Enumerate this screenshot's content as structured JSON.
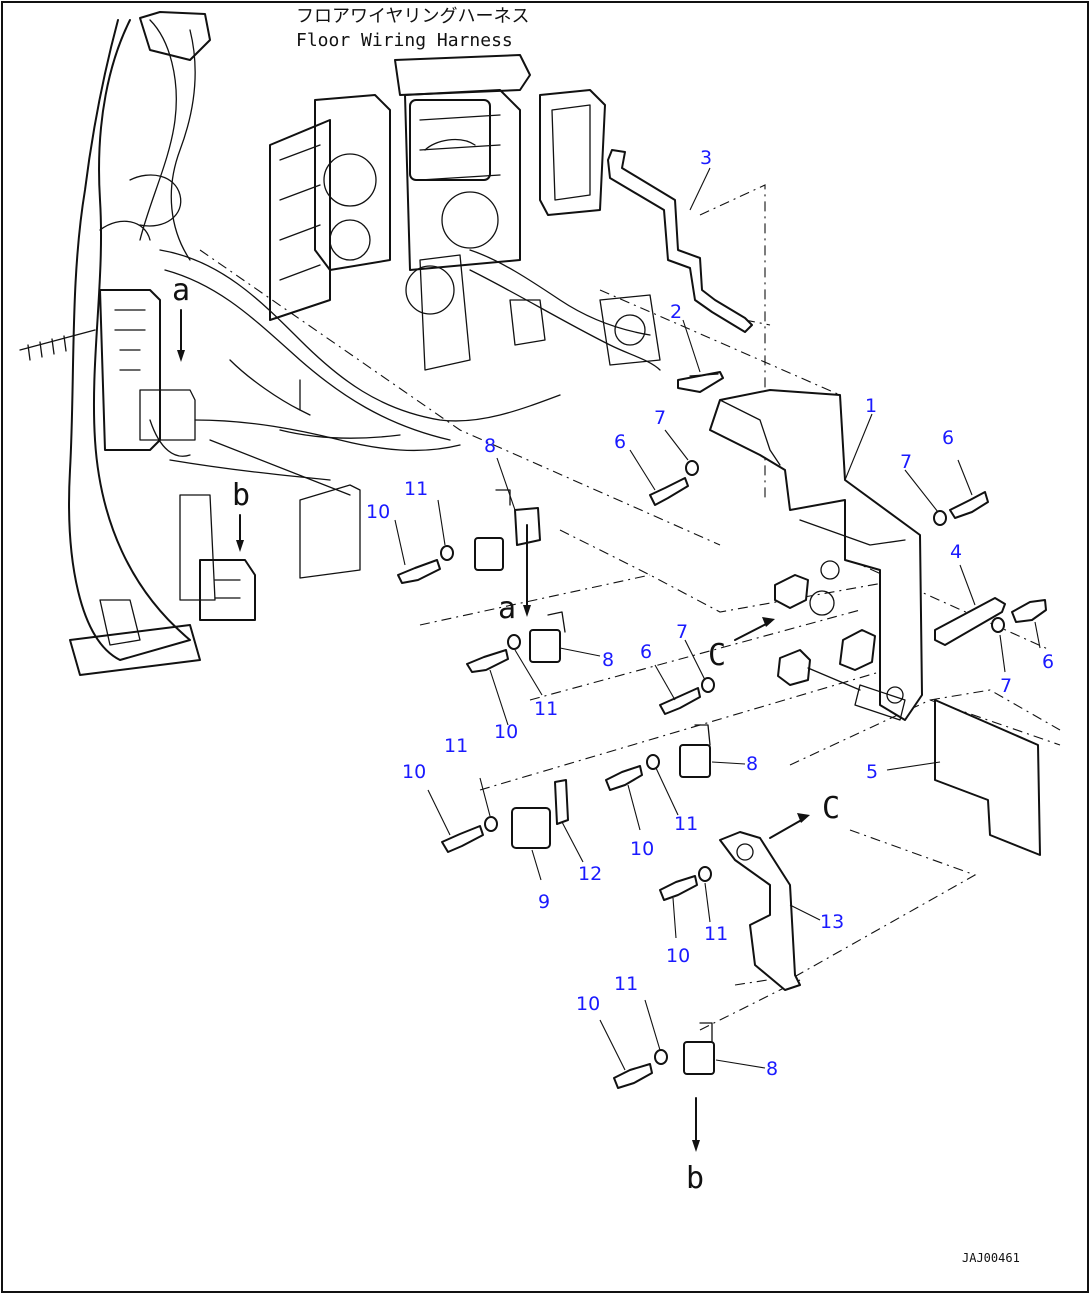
{
  "title_jp": "フロアワイヤリングハーネス",
  "title_en": "Floor Wiring Harness",
  "drawing_code": "JAJ00461",
  "view_letters": {
    "a_top": "a",
    "a_mid": "a",
    "b_top": "b",
    "b_bottom": "b",
    "c_left": "C",
    "c_right": "C"
  },
  "callouts": {
    "c1": "1",
    "c2": "2",
    "c3": "3",
    "c4": "4",
    "c5": "5",
    "c6a": "6",
    "c6b": "6",
    "c6c": "6",
    "c6d": "6",
    "c7a": "7",
    "c7b": "7",
    "c7c": "7",
    "c7d": "7",
    "c8a": "8",
    "c8b": "8",
    "c8c": "8",
    "c8d": "8",
    "c9": "9",
    "c10a": "10",
    "c10b": "10",
    "c10c": "10",
    "c10d": "10",
    "c10e": "10",
    "c10f": "10",
    "c11a": "11",
    "c11b": "11",
    "c11c": "11",
    "c11d": "11",
    "c11e": "11",
    "c11f": "11",
    "c12": "12",
    "c13": "13"
  }
}
